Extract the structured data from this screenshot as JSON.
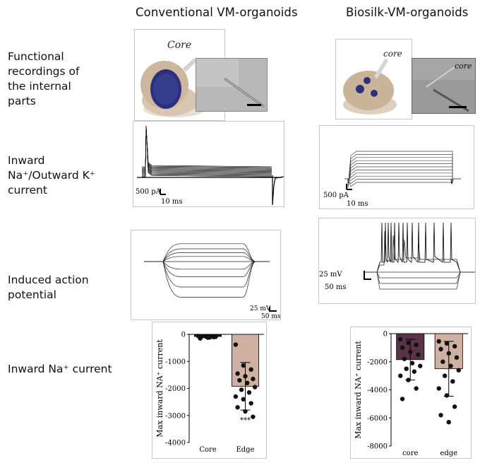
{
  "columns": {
    "conventional": "Conventional VM-organoids",
    "biosilk": "Biosilk-VM-organoids"
  },
  "rows": {
    "functional": [
      "Functional",
      "recordings of",
      "the internal",
      "parts"
    ],
    "current": [
      "Inward",
      "Na⁺/Outward K⁺",
      "current"
    ],
    "action": [
      "Induced action",
      "potential"
    ],
    "na": [
      "Inward Na⁺ current"
    ]
  },
  "images": {
    "conventional_core_label": "Core",
    "biosilk_core_label": "core",
    "biosilk_inset_label": "core"
  },
  "scalebars": {
    "conv_current_y": "500 pA",
    "conv_current_x": "10 ms",
    "bio_current_y": "500 pA",
    "bio_current_x": "10 ms",
    "conv_ap_y": "25 mV",
    "conv_ap_x": "50 ms",
    "bio_ap_y": "25 mV",
    "bio_ap_x": "50 ms"
  },
  "chart_data": [
    {
      "type": "bar",
      "panel": "conventional",
      "ylabel": "Max inward NA⁺ current",
      "categories": [
        "Core",
        "Edge"
      ],
      "values": [
        -80,
        -1920
      ],
      "error": [
        40,
        880
      ],
      "ylim": [
        -4000,
        0
      ],
      "yticks": [
        0,
        -1000,
        -2000,
        -3000,
        -4000
      ],
      "points": [
        [
          -60,
          -80,
          -100,
          -150,
          -120,
          -90,
          -70,
          -110
        ],
        [
          -380,
          -1150,
          -1300,
          -1450,
          -1550,
          -1650,
          -1700,
          -1800,
          -1950,
          -2050,
          -2150,
          -2300,
          -2400,
          -2550,
          -2700,
          -2850,
          -3050
        ]
      ],
      "colors": [
        "#1e1e1e",
        "#cfb0a3"
      ],
      "annotation": "***"
    },
    {
      "type": "bar",
      "panel": "biosilk",
      "ylabel": "Max inward NA⁺ current",
      "categories": [
        "core",
        "edge"
      ],
      "values": [
        -1850,
        -2500
      ],
      "error": [
        1450,
        1950
      ],
      "ylim": [
        -8000,
        0
      ],
      "yticks": [
        0,
        -2000,
        -4000,
        -6000,
        -8000
      ],
      "points": [
        [
          -400,
          -650,
          -800,
          -1000,
          -1300,
          -1500,
          -1800,
          -2100,
          -2300,
          -2500,
          -2700,
          -3000,
          -3300,
          -3900,
          -4650
        ],
        [
          -550,
          -700,
          -900,
          -1100,
          -1400,
          -1700,
          -2000,
          -2300,
          -2600,
          -3000,
          -3400,
          -3900,
          -4400,
          -5200,
          -5800,
          -6300
        ]
      ],
      "colors": [
        "#5a3446",
        "#cfb0a3"
      ]
    }
  ]
}
